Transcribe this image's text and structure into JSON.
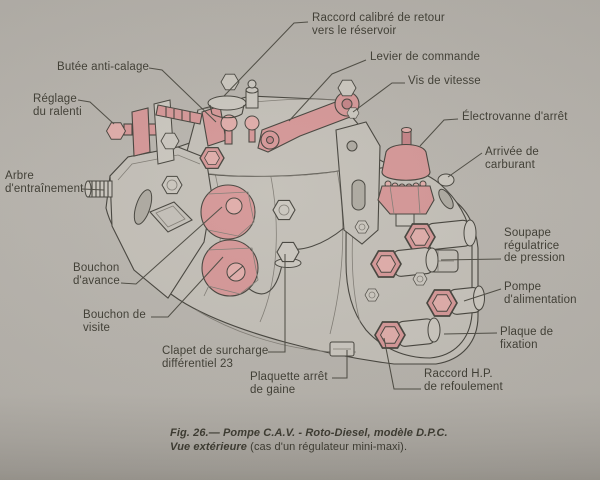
{
  "figure": {
    "caption": {
      "line1": "Fig. 26.— Pompe C.A.V. - Roto-Diesel, modèle D.P.C.",
      "line2_emphasis": "Vue extérieure",
      "line2_rest": " (cas d'un régulateur mini-maxi)."
    }
  },
  "labels": {
    "raccord_retour": [
      "Raccord calibré de retour",
      "vers le réservoir"
    ],
    "butee": [
      "Butée anti-calage"
    ],
    "levier": [
      "Levier de commande"
    ],
    "vis_vitesse": [
      "Vis de vitesse"
    ],
    "electrovanne": [
      "Électrovanne d'arrêt"
    ],
    "reglage": [
      "Réglage",
      "du ralenti"
    ],
    "arbre": [
      "Arbre",
      "d'entraînement"
    ],
    "bouchon_avance": [
      "Bouchon",
      "d'avance"
    ],
    "bouchon_visite": [
      "Bouchon de",
      "visite"
    ],
    "clapet": [
      "Clapet de surcharge",
      "différentiel 23"
    ],
    "plaquette": [
      "Plaquette arrêt",
      "de gaine"
    ],
    "raccord_hp": [
      "Raccord H.P.",
      "de refoulement"
    ],
    "plaque_fixation": [
      "Plaque de",
      "fixation"
    ],
    "pompe_alimentation": [
      "Pompe",
      "d'alimentation"
    ],
    "soupape": [
      "Soupape",
      "régulatrice",
      "de pression"
    ],
    "arrivee": [
      "Arrivée de",
      "carburant"
    ]
  },
  "colors": {
    "highlight_pink": "#d49595",
    "highlight_pink_dark": "#c28184",
    "highlight_pink_light": "#dfaba8",
    "paper": "#b6b2ab",
    "ink": "#43413a"
  }
}
